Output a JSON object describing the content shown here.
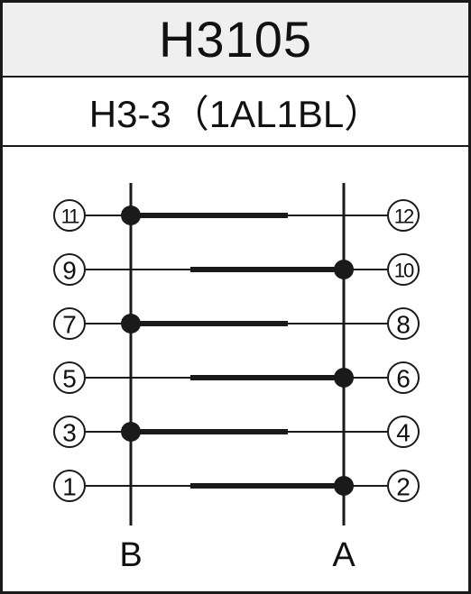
{
  "header": {
    "title": "H3105"
  },
  "subheader": {
    "model": "H3-3（1AL1BL）"
  },
  "diagram": {
    "buses": [
      {
        "id": "B",
        "label": "B"
      },
      {
        "id": "A",
        "label": "A"
      }
    ],
    "rows": [
      {
        "left": "11",
        "right": "12",
        "common": "B"
      },
      {
        "left": "9",
        "right": "10",
        "common": "A"
      },
      {
        "left": "7",
        "right": "8",
        "common": "B"
      },
      {
        "left": "5",
        "right": "6",
        "common": "A"
      },
      {
        "left": "3",
        "right": "4",
        "common": "B"
      },
      {
        "left": "1",
        "right": "2",
        "common": "A"
      }
    ]
  },
  "colors": {
    "ink": "#1a1a1a",
    "header_bg": "#efefef"
  }
}
